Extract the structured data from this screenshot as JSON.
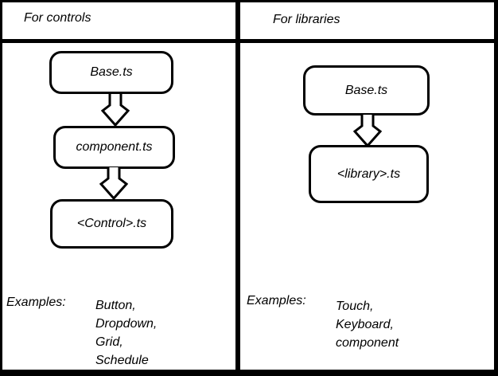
{
  "colors": {
    "line": "#000000",
    "background": "#ffffff"
  },
  "panels": [
    {
      "title": "For controls",
      "flow": [
        "Base.ts",
        "component.ts",
        "<Control>.ts"
      ],
      "examples_label": "Examples:",
      "examples": [
        "Button,",
        "Dropdown,",
        "Grid,",
        "Schedule"
      ]
    },
    {
      "title": "For libraries",
      "flow": [
        "Base.ts",
        "<library>.ts"
      ],
      "examples_label": "Examples:",
      "examples": [
        "Touch,",
        "Keyboard,",
        "component"
      ]
    }
  ]
}
